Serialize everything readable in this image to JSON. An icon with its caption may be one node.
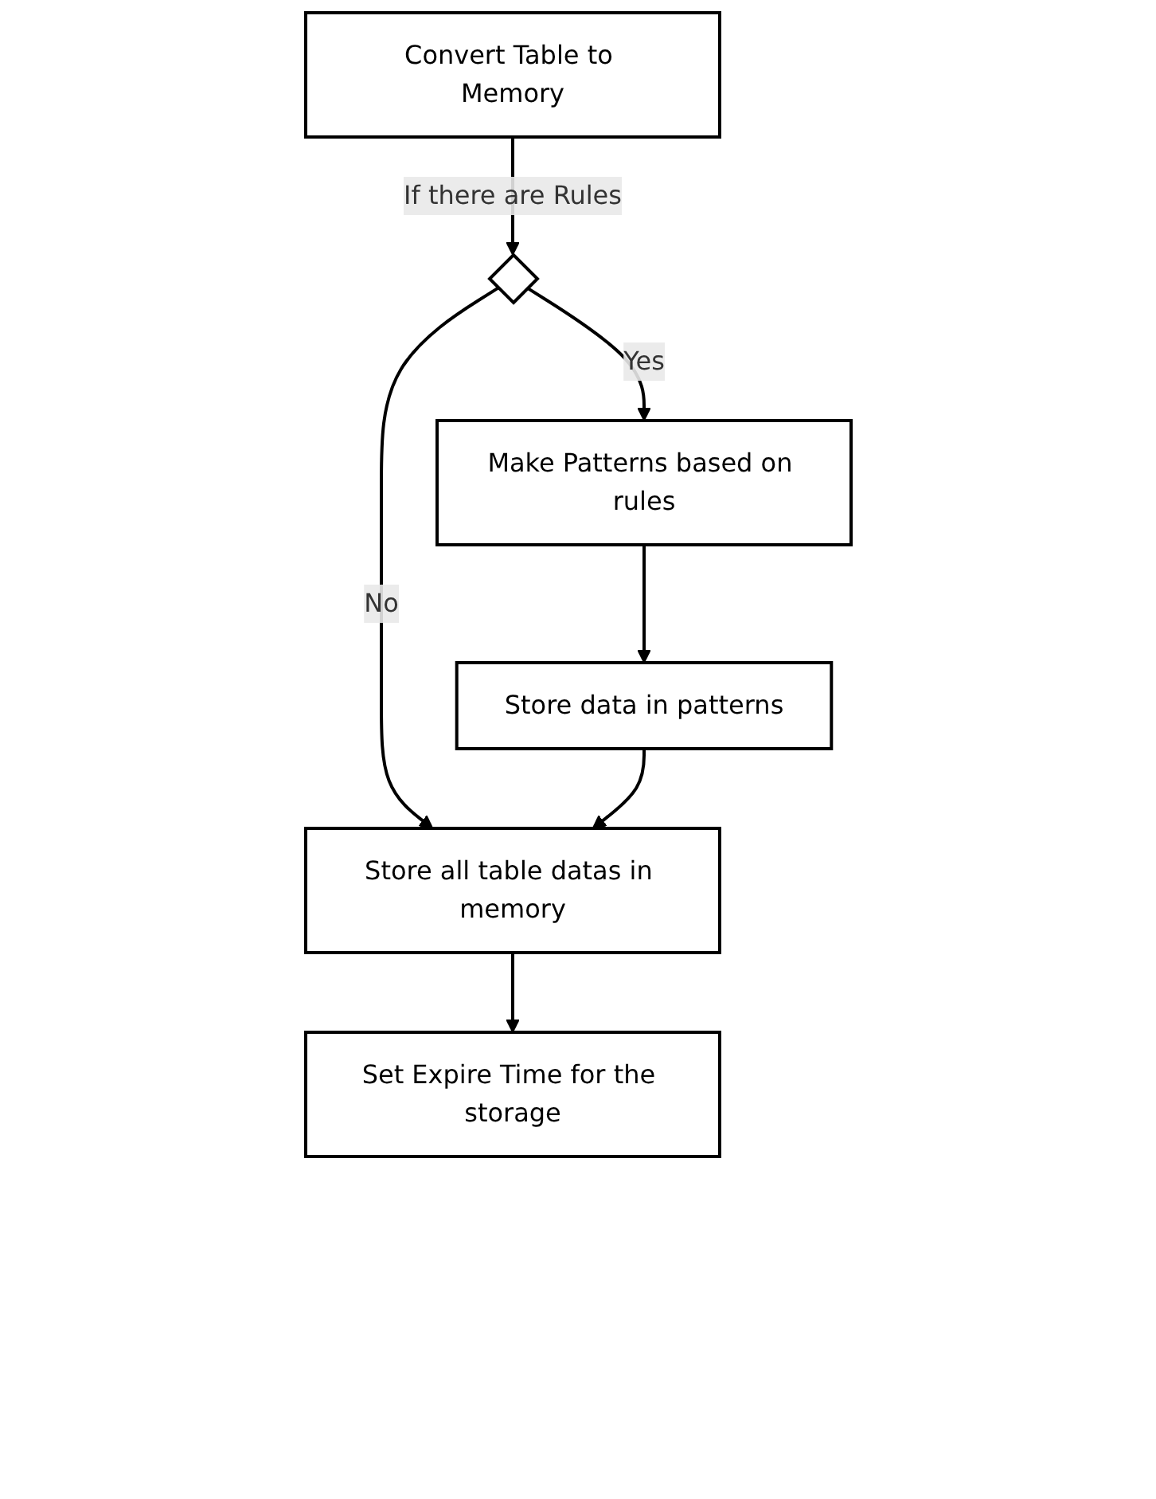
{
  "diagram": {
    "nodes": [
      {
        "text": [
          "Convert Table to Memory"
        ]
      },
      {
        "text": [],
        "shape": "diamond"
      },
      {
        "text": [
          "Make Patterns based on rules"
        ]
      },
      {
        "text": [
          "Store data in patterns"
        ]
      },
      {
        "text": [
          "Store all table datas in memory"
        ]
      },
      {
        "text": [
          "Set Expire Time for the storage"
        ]
      }
    ],
    "edges": [
      {
        "from": 0,
        "to": 1,
        "arrow": "to",
        "label": "If there are Rules"
      },
      {
        "from": 1,
        "to": 2,
        "arrow": "to",
        "label": "Yes"
      },
      {
        "from": 1,
        "to": 4,
        "arrow": "to",
        "label": "No"
      },
      {
        "from": 2,
        "to": 3,
        "arrow": "to"
      },
      {
        "from": 3,
        "to": 4,
        "arrow": "to"
      },
      {
        "from": 4,
        "to": 5,
        "arrow": "to"
      }
    ]
  }
}
